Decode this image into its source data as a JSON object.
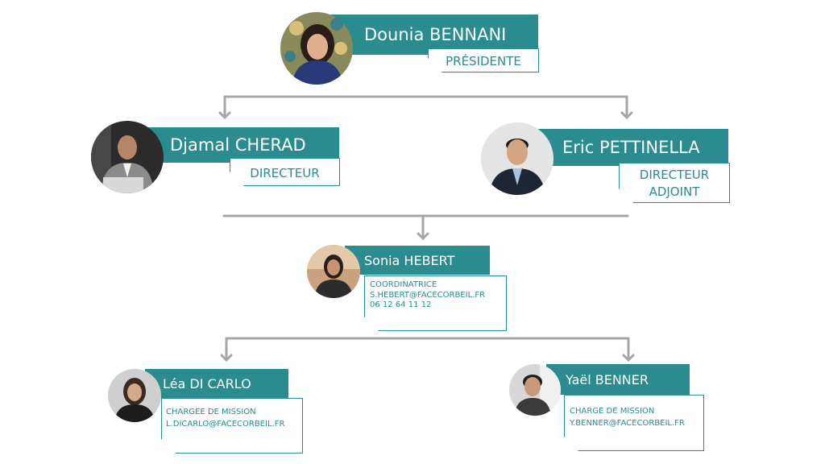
{
  "colors": {
    "teal": "#2a8c8f",
    "connector": "#a6a6a6",
    "background": "#ffffff"
  },
  "president": {
    "name": "Dounia BENNANI",
    "role": "PRÉSIDENTE",
    "photo_icon": "portrait-photo-icon"
  },
  "director": {
    "name": "Djamal CHERAD",
    "role": "DIRECTEUR",
    "photo_icon": "portrait-photo-icon"
  },
  "deputy_director": {
    "name": "Eric PETTINELLA",
    "role_line1": "DIRECTEUR",
    "role_line2": "ADJOINT",
    "photo_icon": "portrait-photo-icon"
  },
  "coordinator": {
    "name": "Sonia HEBERT",
    "role": "COORDINATRICE",
    "email": "S.HEBERT@FACECORBEIL.FR",
    "phone": "06 12 64 11 12",
    "photo_icon": "portrait-photo-icon"
  },
  "mission_1": {
    "name": "Léa DI CARLO",
    "role": "CHARGEE DE MISSION",
    "email": "L.DICARLO@FACECORBEIL.FR",
    "photo_icon": "portrait-photo-icon"
  },
  "mission_2": {
    "name": "Yaël BENNER",
    "role": "CHARGE DE MISSION",
    "email": "Y.BENNER@FACECORBEIL.FR",
    "photo_icon": "portrait-photo-icon"
  }
}
